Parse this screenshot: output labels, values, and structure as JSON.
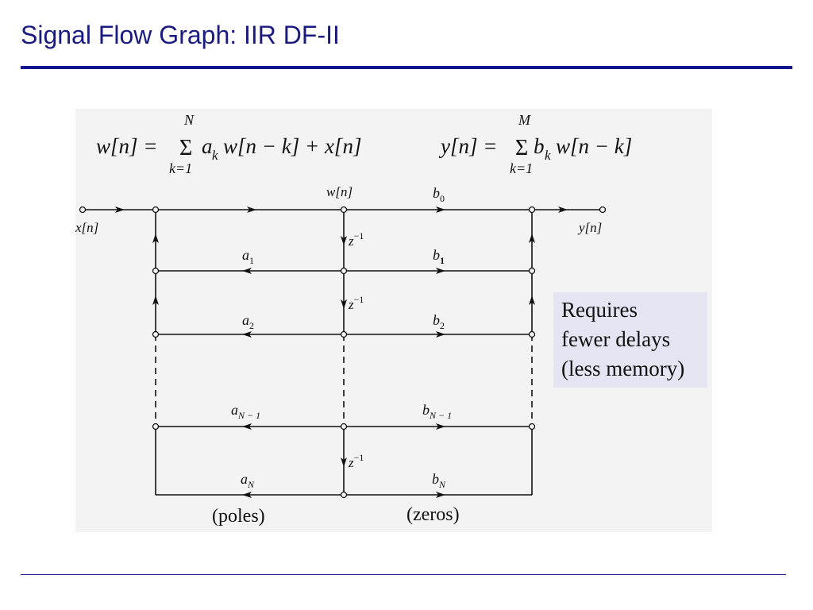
{
  "title": "Signal Flow Graph: IIR DF-II",
  "equations": {
    "w_lhs": "w[n] =",
    "w_sum_top": "N",
    "w_sum_bottom": "k=1",
    "w_rhs": "a",
    "w_rhs_sub": "k",
    "w_rhs_rest": "w[n − k] + x[n]",
    "y_lhs": "y[n] =",
    "y_sum_top": "M",
    "y_sum_bottom": "k=1",
    "y_rhs": "b",
    "y_rhs_sub": "k",
    "y_rhs_rest": "w[n − k]",
    "sigma": "Σ"
  },
  "nodes": {
    "input": "x[n]",
    "output": "y[n]",
    "center": "w[n]"
  },
  "delays": [
    {
      "base": "z",
      "exp": "−1"
    },
    {
      "base": "z",
      "exp": "−1"
    },
    {
      "base": "z",
      "exp": "−1"
    }
  ],
  "feedback_coeffs": [
    {
      "base": "a",
      "sub": "1"
    },
    {
      "base": "a",
      "sub": "2"
    },
    {
      "base": "a",
      "sub": "N − 1"
    },
    {
      "base": "a",
      "sub": "N"
    }
  ],
  "feedforward_coeffs": [
    {
      "base": "b",
      "sub": "0"
    },
    {
      "base": "b",
      "sub": "1"
    },
    {
      "base": "b",
      "sub": "2"
    },
    {
      "base": "b",
      "sub": "N − 1"
    },
    {
      "base": "b",
      "sub": "N"
    }
  ],
  "captions": {
    "poles": "(poles)",
    "zeros": "(zeros)"
  },
  "note": {
    "lines": [
      "Requires",
      "fewer delays",
      "(less memory)"
    ]
  }
}
